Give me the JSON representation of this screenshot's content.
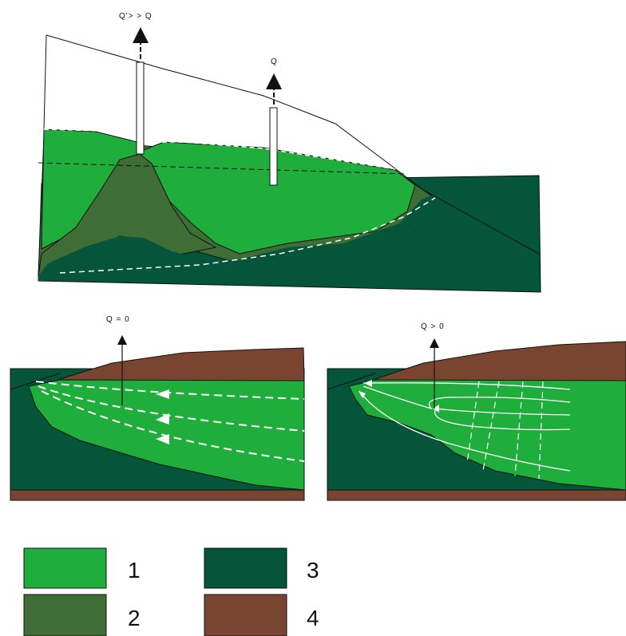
{
  "top_figure": {
    "well_left_label": "Q'> > Q",
    "well_right_label": "Q"
  },
  "bottom_left": {
    "label": "Q = 0"
  },
  "bottom_right": {
    "label": "Q > 0"
  },
  "legend": {
    "items": [
      {
        "number": "1",
        "color": "#1fad3c"
      },
      {
        "number": "2",
        "color": "#3e6e36"
      },
      {
        "number": "3",
        "color": "#04553a"
      },
      {
        "number": "4",
        "color": "#7a4530"
      }
    ]
  },
  "colors": {
    "light_green": "#1fad3c",
    "olive_green": "#3e6e36",
    "dark_green": "#04553a",
    "brown": "#7a4530"
  }
}
